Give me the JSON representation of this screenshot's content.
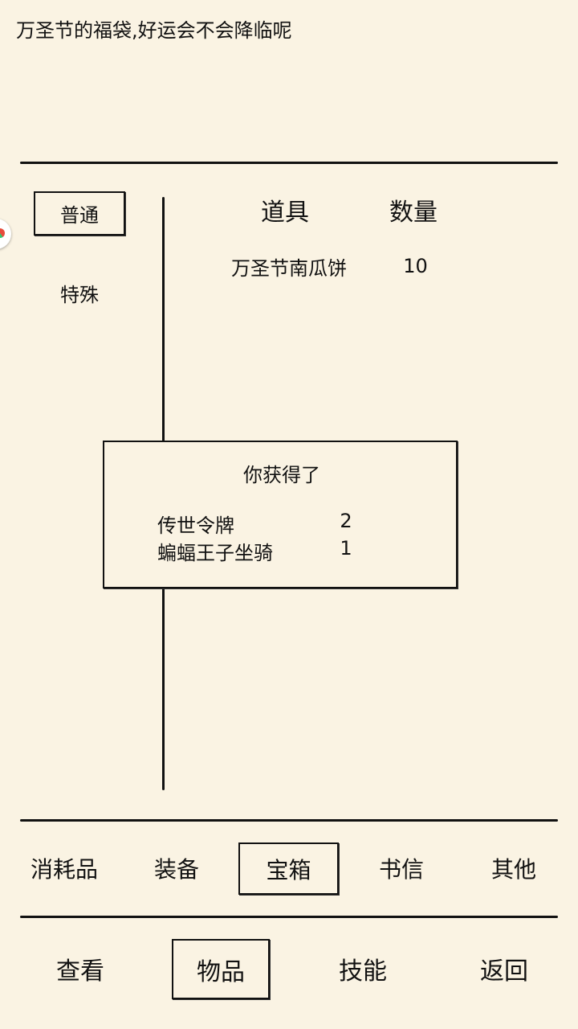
{
  "header": {
    "message": "万圣节的福袋,好运会不会降临呢"
  },
  "left_tabs": [
    {
      "label": "普通",
      "selected": true
    },
    {
      "label": "特殊",
      "selected": false
    }
  ],
  "table": {
    "headers": [
      "道具",
      "数量"
    ],
    "rows": [
      {
        "name": "万圣节南瓜饼",
        "qty": "10"
      }
    ]
  },
  "dialog": {
    "title": "你获得了",
    "items": [
      {
        "name": "传世令牌",
        "qty": "2"
      },
      {
        "name": "蝙蝠王子坐骑",
        "qty": "1"
      }
    ]
  },
  "category_tabs": [
    {
      "label": "消耗品",
      "selected": false
    },
    {
      "label": "装备",
      "selected": false
    },
    {
      "label": "宝箱",
      "selected": true
    },
    {
      "label": "书信",
      "selected": false
    },
    {
      "label": "其他",
      "selected": false
    }
  ],
  "bottom_nav": [
    {
      "label": "查看",
      "selected": false
    },
    {
      "label": "物品",
      "selected": true
    },
    {
      "label": "技能",
      "selected": false
    },
    {
      "label": "返回",
      "selected": false
    }
  ],
  "colors": {
    "background": "#faf3e3",
    "ink": "#111111"
  },
  "icons": {
    "edge_floating": "floating-assistant-icon"
  }
}
